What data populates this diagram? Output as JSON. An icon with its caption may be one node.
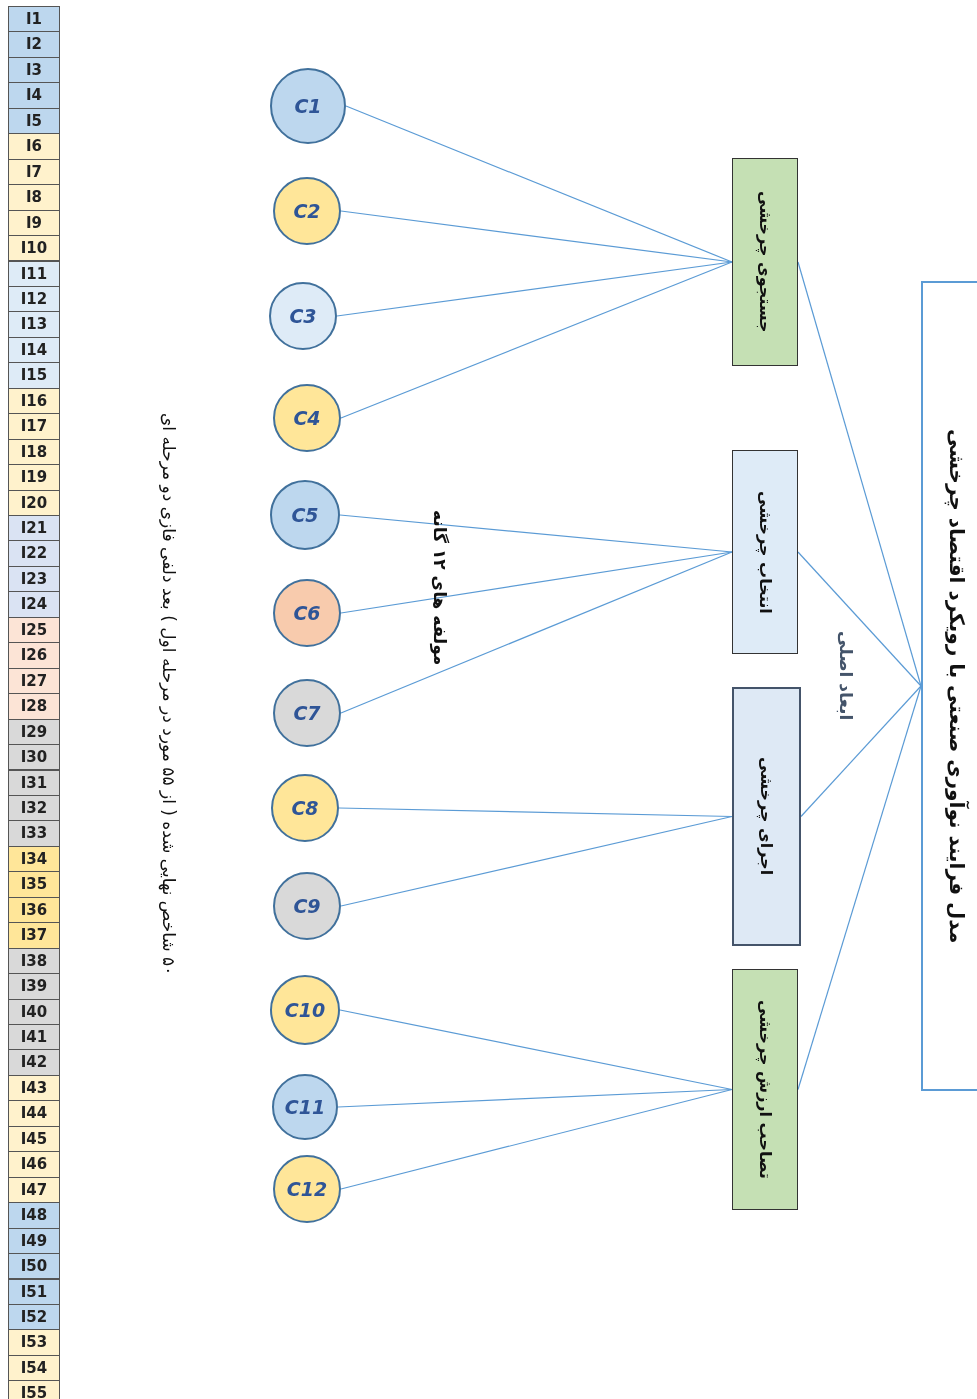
{
  "diagram": {
    "nodes": [
      {
        "text": [
          "مدل فرایند نوآوری صنعتی با رویکرد اقتصاد چرخشی"
        ]
      },
      {
        "text": [
          "جستجوی چرخشی"
        ]
      },
      {
        "text": [
          "انتخاب چرخشی"
        ]
      },
      {
        "text": [
          "اجرای چرخشی"
        ]
      },
      {
        "text": [
          "تصاحب ارزش چرخشی"
        ]
      },
      {
        "text": [
          "C1"
        ]
      },
      {
        "text": [
          "C2"
        ]
      },
      {
        "text": [
          "C3"
        ]
      },
      {
        "text": [
          "C4"
        ]
      },
      {
        "text": [
          "C5"
        ]
      },
      {
        "text": [
          "C6"
        ]
      },
      {
        "text": [
          "C7"
        ]
      },
      {
        "text": [
          "C8"
        ]
      },
      {
        "text": [
          "C9"
        ]
      },
      {
        "text": [
          "C10"
        ]
      },
      {
        "text": [
          "C11"
        ]
      },
      {
        "text": [
          "C12"
        ]
      }
    ],
    "edges": [
      {
        "from": 0,
        "to": 1,
        "arrow": "none"
      },
      {
        "from": 0,
        "to": 2,
        "arrow": "none"
      },
      {
        "from": 0,
        "to": 3,
        "arrow": "none"
      },
      {
        "from": 0,
        "to": 4,
        "arrow": "none"
      },
      {
        "from": 5,
        "to": 1,
        "arrow": "none"
      },
      {
        "from": 6,
        "to": 1,
        "arrow": "none"
      },
      {
        "from": 7,
        "to": 1,
        "arrow": "none"
      },
      {
        "from": 8,
        "to": 1,
        "arrow": "none"
      },
      {
        "from": 9,
        "to": 2,
        "arrow": "none"
      },
      {
        "from": 10,
        "to": 2,
        "arrow": "none"
      },
      {
        "from": 11,
        "to": 2,
        "arrow": "none"
      },
      {
        "from": 12,
        "to": 3,
        "arrow": "none"
      },
      {
        "from": 13,
        "to": 3,
        "arrow": "none"
      },
      {
        "from": 14,
        "to": 4,
        "arrow": "none"
      },
      {
        "from": 15,
        "to": 4,
        "arrow": "none"
      },
      {
        "from": 16,
        "to": 4,
        "arrow": "none"
      }
    ],
    "labels": [
      "I1",
      "I2",
      "I3",
      "I4",
      "I5",
      "I6",
      "I7",
      "I8",
      "I9",
      "I10",
      "I11",
      "I12",
      "I13",
      "I14",
      "I15",
      "I16",
      "I17",
      "I18",
      "I19",
      "I20",
      "I21",
      "I22",
      "I23",
      "I24",
      "I25",
      "I26",
      "I27",
      "I28",
      "I29",
      "I30",
      "I31",
      "I32",
      "I33",
      "I34",
      "I35",
      "I36",
      "I37",
      "I38",
      "I39",
      "I40",
      "I41",
      "I42",
      "I43",
      "I44",
      "I45",
      "I46",
      "I47",
      "I48",
      "I49",
      "I50",
      "I51",
      "I52",
      "I53",
      "I54",
      "I55",
      "۵۰ شاخص نهایی شده ( از ۵۵ مورد در مرحله اول ) بعد دلفی فازی دو مرحله ای",
      "مولفه های ۱۲ گانه",
      "ابعاد اصلی"
    ]
  }
}
